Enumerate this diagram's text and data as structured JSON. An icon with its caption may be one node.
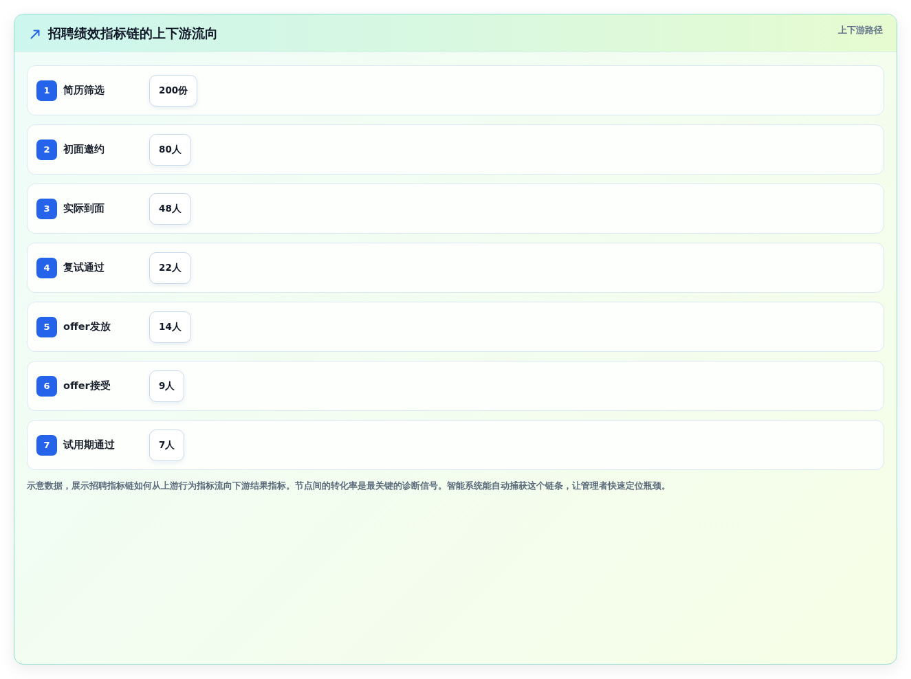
{
  "diagram": {
    "title": "招聘绩效指标链的上下游流向",
    "nodes": [
      {
        "text": [
          "简历筛选"
        ]
      },
      {
        "text": [
          "1"
        ],
        "in": 0
      },
      {
        "text": [
          "200份"
        ],
        "in": 0
      },
      {
        "text": [
          "初面邀约"
        ]
      },
      {
        "text": [
          "2"
        ],
        "in": 3
      },
      {
        "text": [
          "80人"
        ],
        "in": 3
      },
      {
        "text": [
          "实际到面"
        ]
      },
      {
        "text": [
          "3"
        ],
        "in": 6
      },
      {
        "text": [
          "48人"
        ],
        "in": 6
      },
      {
        "text": [
          "复试通过"
        ]
      },
      {
        "text": [
          "4"
        ],
        "in": 9
      },
      {
        "text": [
          "22人"
        ],
        "in": 9
      },
      {
        "text": [
          "offer发放"
        ]
      },
      {
        "text": [
          "5"
        ],
        "in": 12
      },
      {
        "text": [
          "14人"
        ],
        "in": 12
      },
      {
        "text": [
          "offer接受"
        ]
      },
      {
        "text": [
          "6"
        ],
        "in": 15
      },
      {
        "text": [
          "9人"
        ],
        "in": 15
      },
      {
        "text": [
          "试用期通过"
        ]
      },
      {
        "text": [
          "7"
        ],
        "in": 18
      },
      {
        "text": [
          "7人"
        ],
        "in": 18
      }
    ],
    "labels": [
      "上下游路径"
    ],
    "caption": "示意数据，展示招聘指标链如何从上游行为指标流向下游结果指标。节点间的转化率是最关键的诊断信号。智能系统能自动捕获这个链条，让管理者快速定位瓶颈。"
  }
}
